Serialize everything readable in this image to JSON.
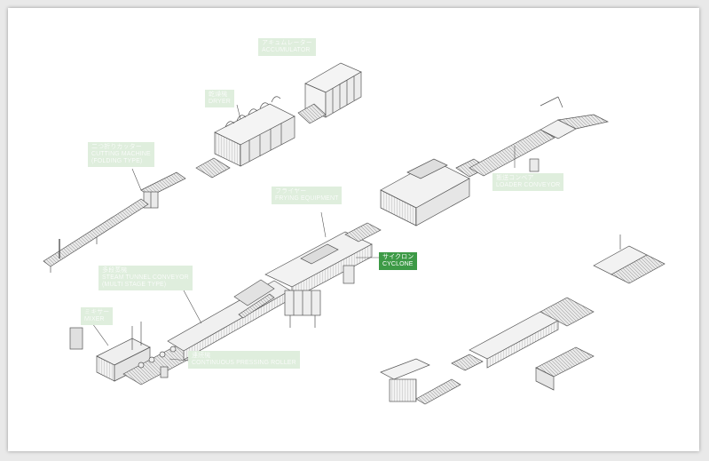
{
  "labels": {
    "accumulator": {
      "jp": "アキュムレーター",
      "en": "ACCUMULATOR"
    },
    "dryer": {
      "jp": "乾燥機",
      "en": "DRYER"
    },
    "cutting": {
      "jp": "二つ折りカッター",
      "en": "CUTTING MACHINE",
      "en2": "(FOLDING TYPE)"
    },
    "fryer": {
      "jp": "フライヤー",
      "en": "FRYING EQUIPMENT"
    },
    "cyclone": {
      "jp": "サイクロン",
      "en": "CYCLONE"
    },
    "loader": {
      "jp": "搬送コンベア",
      "en": "LOADER CONVEYOR"
    },
    "steam": {
      "jp": "多段蒸機",
      "en": "STEAM TUNNEL CONVEYOR",
      "en2": "(MULTI STAGE TYPE)"
    },
    "mixer": {
      "jp": "ミキサー",
      "en": "MIXER"
    },
    "roller": {
      "jp": "連続機",
      "en": "CONTINUOUS PRESSING ROLLER"
    }
  },
  "colors": {
    "highlight": "#3d9a46",
    "label_pale": "#dfeedd",
    "line": "#555555",
    "machine_fill": "#f4f4f4",
    "machine_dark": "#bdbdbd"
  }
}
